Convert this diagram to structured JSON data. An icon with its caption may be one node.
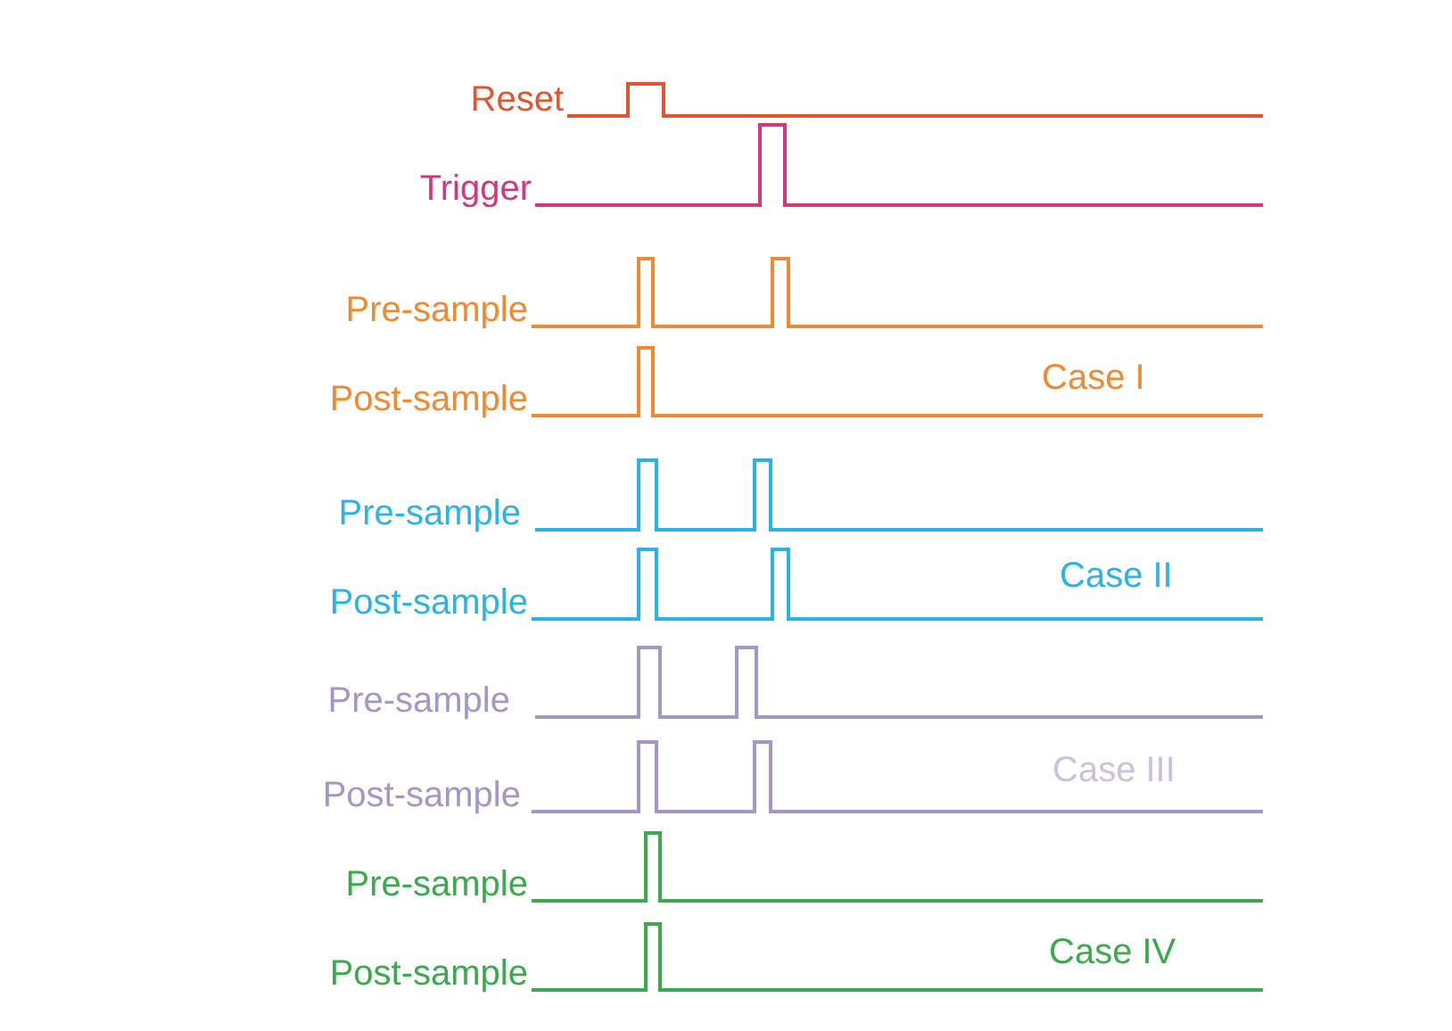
{
  "diagram": {
    "labels": [
      "Reset",
      "Trigger",
      "Pre-sample",
      "Post-sample",
      "Case I",
      "Pre-sample",
      "Post-sample",
      "Case II",
      "Pre-sample",
      "Post-sample",
      "Case III",
      "Pre-sample",
      "Post-sample",
      "Case IV"
    ]
  }
}
